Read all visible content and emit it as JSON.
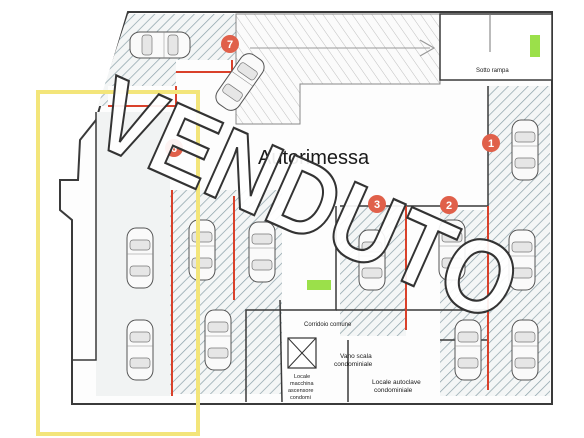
{
  "plan": {
    "room_label": "Autorimessa",
    "stamp": "VENDUTO",
    "labels": {
      "sotto_rampa": "Sotto rampa",
      "corridoio": "Corridoio comune",
      "vano_scala_1": "Vano scala",
      "vano_scala_2": "condominiale",
      "locale_autoclave_1": "Locale autoclave",
      "locale_autoclave_2": "condominiale",
      "locale_macchina_1": "Locale",
      "locale_macchina_2": "macchina",
      "locale_macchina_3": "ascensore",
      "locale_macchina_4": "condomi"
    },
    "spaces": [
      {
        "number": "1"
      },
      {
        "number": "2"
      },
      {
        "number": "3"
      },
      {
        "number": "6"
      },
      {
        "number": "7"
      }
    ],
    "colors": {
      "wall": "#3a3a3a",
      "hatch": "#8aa0a8",
      "red_line": "#d9412b",
      "marker": "#e0604a",
      "highlight": "#f3e57a",
      "green": "#9be04a",
      "stamp_fill": "#ffffff",
      "stamp_stroke": "#333333"
    }
  }
}
